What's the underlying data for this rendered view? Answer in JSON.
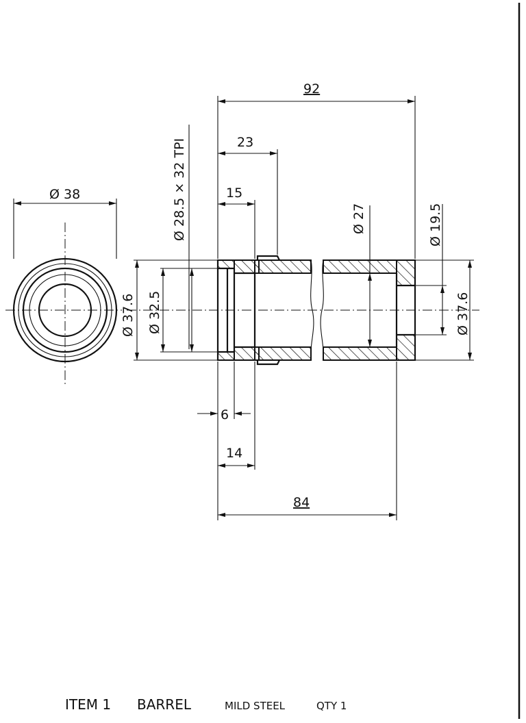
{
  "dimensions": {
    "overall_length": "92",
    "thread_length": "23",
    "counterbore_depth_15": "15",
    "thread_spec": "Ø 28.5 × 32 TPI",
    "bore_dia_27": "Ø 27",
    "exit_dia_19_5": "Ø 19.5",
    "end_view_dia": "Ø 38",
    "outer_dia_left": "Ø 37.6",
    "counterbore_dia": "Ø 32.5",
    "outer_dia_right": "Ø 37.6",
    "recess_6": "6",
    "recess_14": "14",
    "bore_length_84": "84"
  },
  "title_block": {
    "item": "ITEM 1",
    "name": "BARREL",
    "material": "MILD STEEL",
    "qty": "QTY 1"
  }
}
